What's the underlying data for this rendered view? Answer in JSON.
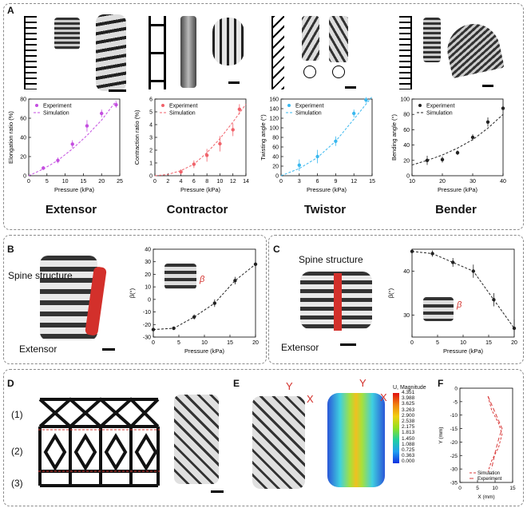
{
  "panels": {
    "A": "A",
    "B": "B",
    "C": "C",
    "D": "D",
    "E": "E",
    "F": "F"
  },
  "titles": [
    "Extensor",
    "Contractor",
    "Twistor",
    "Bender"
  ],
  "legend": {
    "experiment": "Experiment",
    "simulation": "Simulation"
  },
  "labels": {
    "spine_b": "Spine structure",
    "extensor_b": "Extensor",
    "spine_c": "Spine structure",
    "extensor_c": "Extensor",
    "beta": "β",
    "d1": "(1)",
    "d2": "(2)",
    "d3": "(3)",
    "axisY": "Y",
    "axisX": "X",
    "umag": "U, Magnitude"
  },
  "colorbar_ticks": [
    "4.351",
    "3.988",
    "3.625",
    "3.263",
    "2.900",
    "2.538",
    "2.175",
    "1.813",
    "1.450",
    "1.088",
    "0.725",
    "0.363",
    "0.000"
  ],
  "chart_data": [
    {
      "id": "extensor",
      "type": "scatter",
      "xlabel": "Pressure (kPa)",
      "ylabel": "Elongation ratio (%)",
      "xlim": [
        0,
        25
      ],
      "ylim": [
        0,
        80
      ],
      "xticks": [
        0,
        5,
        10,
        15,
        20,
        25
      ],
      "yticks": [
        0,
        20,
        40,
        60,
        80
      ],
      "x": [
        4,
        8,
        12,
        16,
        20,
        24
      ],
      "y": [
        8,
        16,
        33,
        52,
        65,
        74
      ],
      "err": [
        2,
        3,
        4,
        6,
        4,
        3
      ],
      "sim_x": [
        0,
        4,
        8,
        12,
        16,
        20,
        24
      ],
      "sim_y": [
        0,
        7,
        16,
        28,
        42,
        58,
        78
      ],
      "color": "#c44ee0"
    },
    {
      "id": "contractor",
      "type": "scatter",
      "xlabel": "Pressure (kPa)",
      "ylabel": "Contraction ratio (%)",
      "xlim": [
        0,
        14
      ],
      "ylim": [
        0,
        6
      ],
      "xticks": [
        0,
        2,
        4,
        6,
        8,
        10,
        12,
        14
      ],
      "yticks": [
        0,
        1,
        2,
        3,
        4,
        5,
        6
      ],
      "x": [
        4,
        6,
        8,
        10,
        12,
        13
      ],
      "y": [
        0.3,
        0.9,
        1.6,
        2.5,
        3.6,
        5.2
      ],
      "err": [
        0.2,
        0.3,
        0.5,
        0.6,
        0.5,
        0.4
      ],
      "sim_x": [
        0,
        2,
        4,
        6,
        8,
        10,
        12,
        14
      ],
      "sim_y": [
        0,
        0.1,
        0.4,
        0.9,
        1.8,
        2.9,
        4.2,
        5.6
      ],
      "color": "#f0626a"
    },
    {
      "id": "twistor",
      "type": "scatter",
      "xlabel": "Pressure (kPa)",
      "ylabel": "Twisting angle (°)",
      "xlim": [
        0,
        15
      ],
      "ylim": [
        0,
        160
      ],
      "xticks": [
        0,
        3,
        6,
        9,
        12,
        15
      ],
      "yticks": [
        0,
        20,
        40,
        60,
        80,
        100,
        120,
        140,
        160
      ],
      "x": [
        3,
        6,
        9,
        12,
        14
      ],
      "y": [
        22,
        40,
        72,
        130,
        158
      ],
      "err": [
        12,
        14,
        10,
        8,
        6
      ],
      "sim_x": [
        0,
        3,
        6,
        9,
        12,
        15
      ],
      "sim_y": [
        0,
        15,
        38,
        72,
        118,
        165
      ],
      "color": "#39b8ef"
    },
    {
      "id": "bender",
      "type": "scatter",
      "xlabel": "Pressure (kPa)",
      "ylabel": "Bending angle (°)",
      "xlim": [
        10,
        40
      ],
      "ylim": [
        0,
        100
      ],
      "xticks": [
        10,
        20,
        30,
        40
      ],
      "yticks": [
        0,
        20,
        40,
        60,
        80,
        100
      ],
      "x": [
        15,
        20,
        25,
        30,
        35,
        40
      ],
      "y": [
        20,
        21,
        30,
        50,
        70,
        88
      ],
      "err": [
        6,
        4,
        3,
        4,
        6,
        3
      ],
      "sim_x": [
        10,
        15,
        20,
        25,
        30,
        35,
        40
      ],
      "sim_y": [
        14,
        20,
        27,
        36,
        47,
        62,
        80
      ],
      "color": "#222222"
    },
    {
      "id": "B",
      "type": "line",
      "xlabel": "Pressure (kPa)",
      "ylabel": "β(°)",
      "xlim": [
        0,
        20
      ],
      "ylim": [
        -30,
        40
      ],
      "xticks": [
        0,
        5,
        10,
        15,
        20
      ],
      "yticks": [
        -30,
        -20,
        -10,
        0,
        10,
        20,
        30,
        40
      ],
      "x": [
        0,
        4,
        8,
        12,
        16,
        20
      ],
      "y": [
        -24,
        -23,
        -14,
        -3,
        15,
        28
      ],
      "err": [
        1,
        1,
        2,
        3,
        3,
        3
      ]
    },
    {
      "id": "C",
      "type": "line",
      "xlabel": "Pressure (kPa)",
      "ylabel": "β(°)",
      "xlim": [
        0,
        20
      ],
      "ylim": [
        25,
        45
      ],
      "xticks": [
        0,
        5,
        10,
        15,
        20
      ],
      "yticks": [
        30,
        40
      ],
      "x": [
        0,
        4,
        8,
        12,
        16,
        20
      ],
      "y": [
        44.5,
        44,
        42,
        40,
        33.5,
        27
      ],
      "err": [
        0.5,
        0.7,
        1,
        1.5,
        1.5,
        2
      ]
    },
    {
      "id": "F",
      "type": "line",
      "xlabel": "X (mm)",
      "ylabel": "Y (mm)",
      "xlim": [
        0,
        15
      ],
      "ylim": [
        -35,
        0
      ],
      "xticks": [
        0,
        5,
        10,
        15
      ],
      "yticks": [
        0,
        -5,
        -10,
        -15,
        -20,
        -25,
        -30,
        -35
      ],
      "sim_x": [
        8,
        9,
        11,
        12,
        11,
        9,
        8
      ],
      "sim_y": [
        -3,
        -8,
        -13,
        -17,
        -22,
        -27,
        -31
      ],
      "x": [
        8,
        10,
        12,
        11,
        10,
        9
      ],
      "y": [
        -3,
        -9,
        -15,
        -19,
        -24,
        -30
      ],
      "color": "#d93a3a"
    }
  ]
}
